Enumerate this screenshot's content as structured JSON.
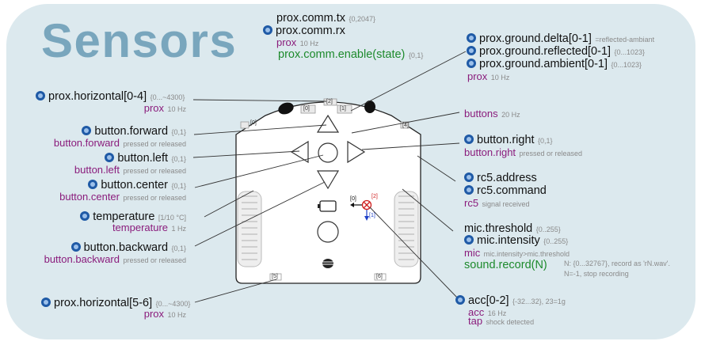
{
  "title": "Sensors",
  "prox_comm": {
    "tx": "prox.comm.tx",
    "tx_range": "{0,2047}",
    "rx": "prox.comm.rx",
    "event": "prox",
    "event_rate": "10 Hz",
    "enable": "prox.comm.enable(state)",
    "enable_range": "{0,1}"
  },
  "prox_ground": {
    "delta": "prox.ground.delta[0-1]",
    "delta_note": "=reflected-ambiant",
    "reflected": "prox.ground.reflected[0-1]",
    "reflected_range": "{0...1023}",
    "ambient": "prox.ground.ambient[0-1]",
    "ambient_range": "{0...1023}",
    "event": "prox",
    "event_rate": "10 Hz"
  },
  "prox_horizontal_front": {
    "name": "prox.horizontal[0-4]",
    "range": "{0...~4300}",
    "event": "prox",
    "event_rate": "10 Hz"
  },
  "prox_horizontal_back": {
    "name": "prox.horizontal[5-6]",
    "range": "{0...~4300}",
    "event": "prox",
    "event_rate": "10 Hz"
  },
  "buttons": {
    "event": "buttons",
    "event_rate": "20 Hz"
  },
  "button_forward": {
    "name": "button.forward",
    "range": "{0,1}",
    "event": "button.forward",
    "note": "pressed or released"
  },
  "button_left": {
    "name": "button.left",
    "range": "{0,1}",
    "event": "button.left",
    "note": "pressed or released"
  },
  "button_center": {
    "name": "button.center",
    "range": "{0,1}",
    "event": "button.center",
    "note": "pressed or released"
  },
  "button_backward": {
    "name": "button.backward",
    "range": "{0,1}",
    "event": "button.backward",
    "note": "pressed or released"
  },
  "button_right": {
    "name": "button.right",
    "range": "{0,1}",
    "event": "button.right",
    "note": "pressed or released"
  },
  "temperature": {
    "name": "temperature",
    "range": "[1/10 °C]",
    "event": "temperature",
    "event_rate": "1 Hz"
  },
  "rc5": {
    "address": "rc5.address",
    "command": "rc5.command",
    "event": "rc5",
    "note": "signal received"
  },
  "mic": {
    "threshold": "mic.threshold",
    "threshold_range": "{0..255}",
    "intensity": "mic.intensity",
    "intensity_range": "{0..255}",
    "event": "mic",
    "event_note": "mic.intensity>mic.threshold",
    "record": "sound.record(N)",
    "record_note_1": "N: {0...32767}, record as 'rN.wav'.",
    "record_note_2": "N=-1, stop recording"
  },
  "acc": {
    "name": "acc[0-2]",
    "range": "{-32...32}, 23=1g",
    "event": "acc",
    "event_rate": "16 Hz",
    "tap": "tap",
    "tap_note": "shock detected"
  },
  "robot_labels": {
    "s0": "[0]",
    "s1": "[1]",
    "s2": "[2]",
    "s3": "[3]",
    "s4": "[4]",
    "s5": "[5]",
    "s6": "[6]",
    "g0": "[0]",
    "g1": "[1]",
    "axis0": "[0]",
    "axis1": "[1]",
    "axis2": "[2]"
  },
  "colors": {
    "background": "#dce9ee",
    "title": "#79a6bd",
    "event": "#8a1c7c",
    "function": "#1d8a2c",
    "variable": "#111111",
    "range": "#8a8a8a"
  }
}
